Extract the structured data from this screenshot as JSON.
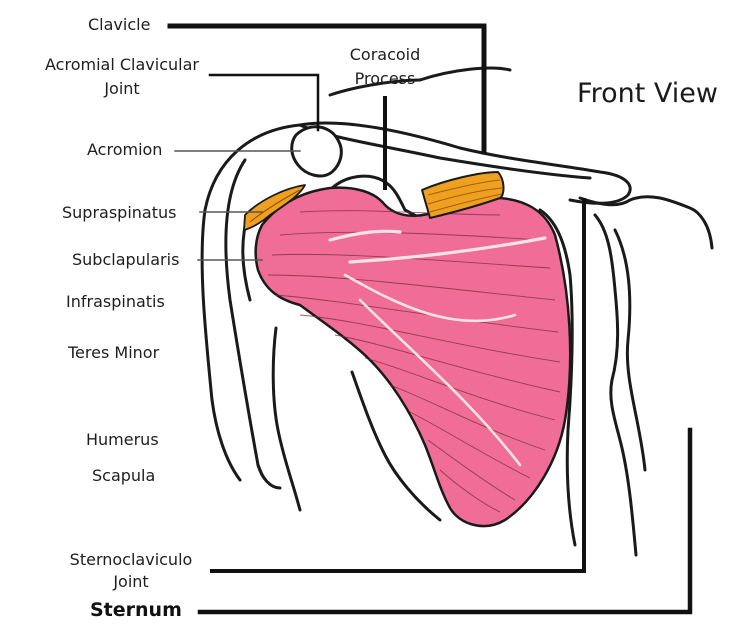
{
  "view_title": "Front View",
  "labels": {
    "clavicle": "Clavicle",
    "acromial_clavicular_joint": [
      "Acromial Clavicular",
      "Joint"
    ],
    "coracoid_process": [
      "Coracoid",
      "Process"
    ],
    "acromion": "Acromion",
    "supraspinatus": "Supraspinatus",
    "subclapularis": "Subclapularis",
    "infraspinatis": "Infraspinatis",
    "teres_minor": "Teres Minor",
    "humerus": "Humerus",
    "scapula": "Scapula",
    "sternoclaviculo_joint": [
      "Sternoclaviculo",
      "Joint"
    ],
    "sternum": "Sternum"
  },
  "colors": {
    "muscle_fill": "#ef6d96",
    "tendon_fill": "#f0a020",
    "outline": "#1a1a1a",
    "leader_line": "#111111",
    "text": "#1e1e1e"
  }
}
